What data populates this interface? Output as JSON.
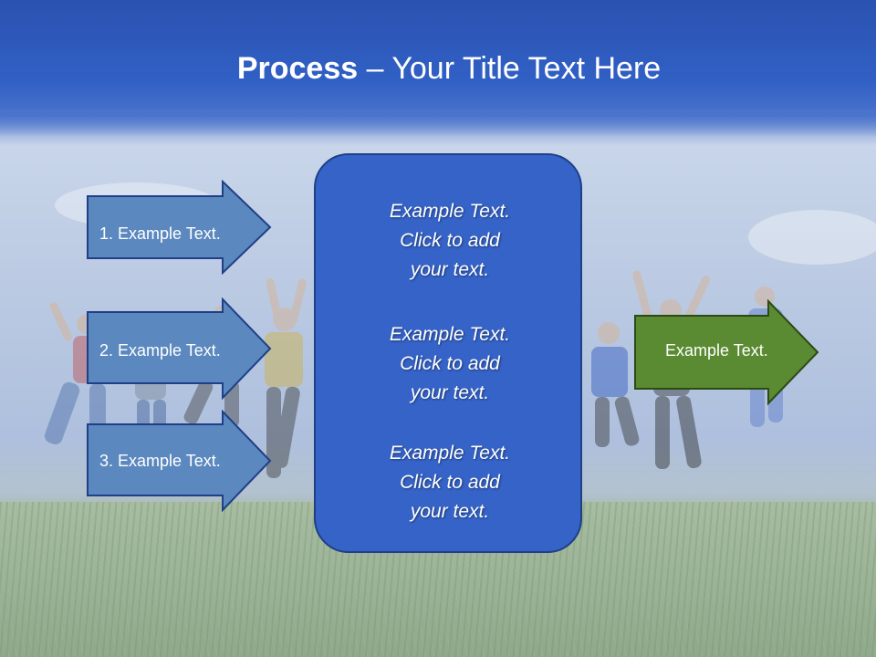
{
  "title": {
    "bold": "Process",
    "rest": " – Your Title Text Here"
  },
  "left_arrows": [
    {
      "label": "1. Example Text."
    },
    {
      "label": "2. Example Text."
    },
    {
      "label": "3. Example Text."
    }
  ],
  "center_box": {
    "paragraphs": [
      {
        "lines": [
          "Example Text.",
          "Click  to add",
          "your text."
        ]
      },
      {
        "lines": [
          "Example Text.",
          "Click  to add",
          "your text."
        ]
      },
      {
        "lines": [
          "Example Text.",
          "Click  to add",
          "your text."
        ]
      }
    ]
  },
  "right_arrow": {
    "label": "Example Text."
  },
  "colors": {
    "header_blue": "#2a52b0",
    "left_arrow_fill": "#5b88bf",
    "left_arrow_stroke": "#1f3f86",
    "center_box_fill": "#3563c8",
    "right_arrow_fill": "#5a8a32",
    "right_arrow_stroke": "#2b4a14"
  }
}
